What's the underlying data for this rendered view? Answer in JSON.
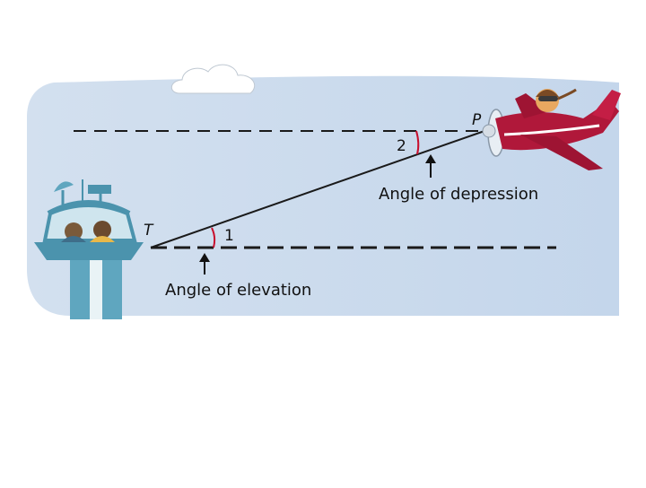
{
  "labels": {
    "point_p": "P",
    "point_t": "T",
    "angle_1": "1",
    "angle_2": "2",
    "angle_of_depression": "Angle of depression",
    "angle_of_elevation": "Angle of elevation"
  },
  "colors": {
    "sky": "#c9d9ec",
    "line": "#1a1a1a",
    "angle_arc": "#c8102e",
    "plane_body": "#b0183a",
    "tower": "#5fa6bf",
    "cloud": "#ffffff"
  },
  "icons": [
    "cloud-icon",
    "airplane-icon",
    "pilot-icon",
    "control-tower-icon",
    "radar-antenna-icon",
    "controller-person-icon"
  ]
}
